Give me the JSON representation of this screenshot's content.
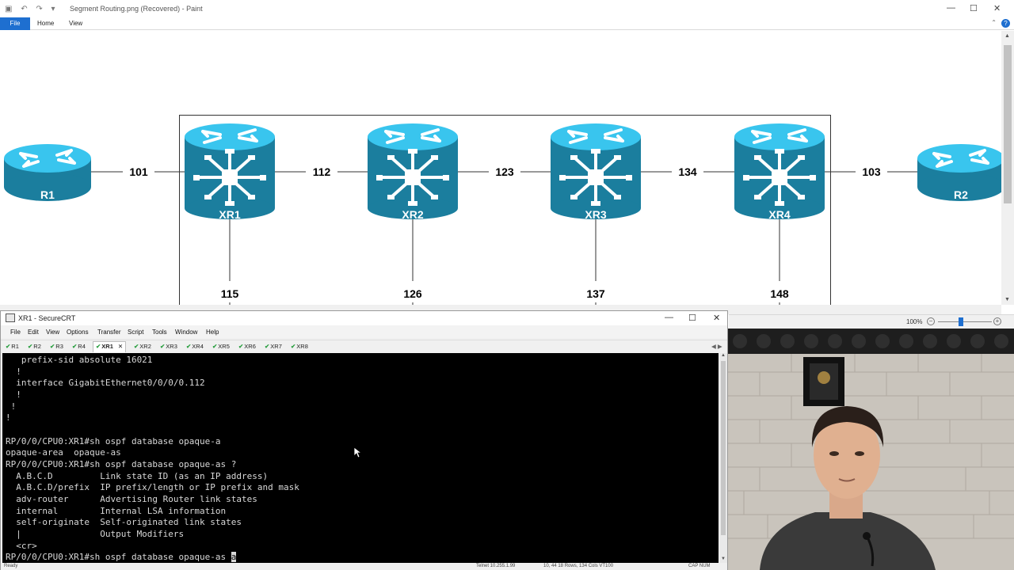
{
  "paint": {
    "title": "Segment Routing.png (Recovered) - Paint",
    "quick_access": "▣ ↶ ↷ ▾",
    "window_controls": [
      "—",
      "☐",
      "✕"
    ],
    "tabs": {
      "file": "File",
      "home": "Home",
      "view": "View"
    },
    "help": "?",
    "collapse": "⌃",
    "zoom": "100%",
    "zoom_minus": "−",
    "zoom_plus": "+"
  },
  "topology": {
    "routers": [
      {
        "id": "r1",
        "label": "R1"
      },
      {
        "id": "r2",
        "label": "R2"
      }
    ],
    "xr_routers": [
      {
        "id": "xr1",
        "label": "XR1"
      },
      {
        "id": "xr2",
        "label": "XR2"
      },
      {
        "id": "xr3",
        "label": "XR3"
      },
      {
        "id": "xr4",
        "label": "XR4"
      }
    ],
    "links": [
      {
        "id": "l101",
        "label": "101"
      },
      {
        "id": "l112",
        "label": "112"
      },
      {
        "id": "l123",
        "label": "123"
      },
      {
        "id": "l134",
        "label": "134"
      },
      {
        "id": "l103",
        "label": "103"
      },
      {
        "id": "l115",
        "label": "115"
      },
      {
        "id": "l126",
        "label": "126"
      },
      {
        "id": "l137",
        "label": "137"
      },
      {
        "id": "l148",
        "label": "148"
      }
    ]
  },
  "crt": {
    "title": "XR1 - SecureCRT",
    "window_controls": [
      "—",
      "☐",
      "✕"
    ],
    "menu": [
      "File",
      "Edit",
      "View",
      "Options",
      "Transfer",
      "Script",
      "Tools",
      "Window",
      "Help"
    ],
    "tabs": [
      "R1",
      "R2",
      "R3",
      "R4",
      "XR1",
      "XR2",
      "XR3",
      "XR4",
      "XR5",
      "XR6",
      "XR7",
      "XR8"
    ],
    "active_tab": "XR1",
    "tab_close": "✕",
    "tab_nav": "◀ ▶",
    "terminal_lines": [
      "   prefix-sid absolute 16021",
      "  !",
      "  interface GigabitEthernet0/0/0/0.112",
      "  !",
      " !",
      "!",
      "",
      "RP/0/0/CPU0:XR1#sh ospf database opaque-a",
      "opaque-area  opaque-as",
      "RP/0/0/CPU0:XR1#sh ospf database opaque-as ?",
      "  A.B.C.D         Link state ID (as an IP address)",
      "  A.B.C.D/prefix  IP prefix/length or IP prefix and mask",
      "  adv-router      Advertising Router link states",
      "  internal        Internal LSA information",
      "  self-originate  Self-originated link states",
      "  |               Output Modifiers",
      "  <cr>"
    ],
    "prompt_line": "RP/0/0/CPU0:XR1#sh ospf database opaque-as ",
    "cursor_char": "a",
    "status": [
      "Ready",
      "Telnet 10.255.1.99",
      "10, 44  18 Rows, 134 Cols  VT100",
      "CAP  NUM"
    ]
  },
  "colors": {
    "router_fill": "#1b7e9e",
    "router_top": "#39c5ee",
    "terminal_bg": "#000000",
    "terminal_fg": "#d8d8d8",
    "accent": "#1e6fd0"
  }
}
